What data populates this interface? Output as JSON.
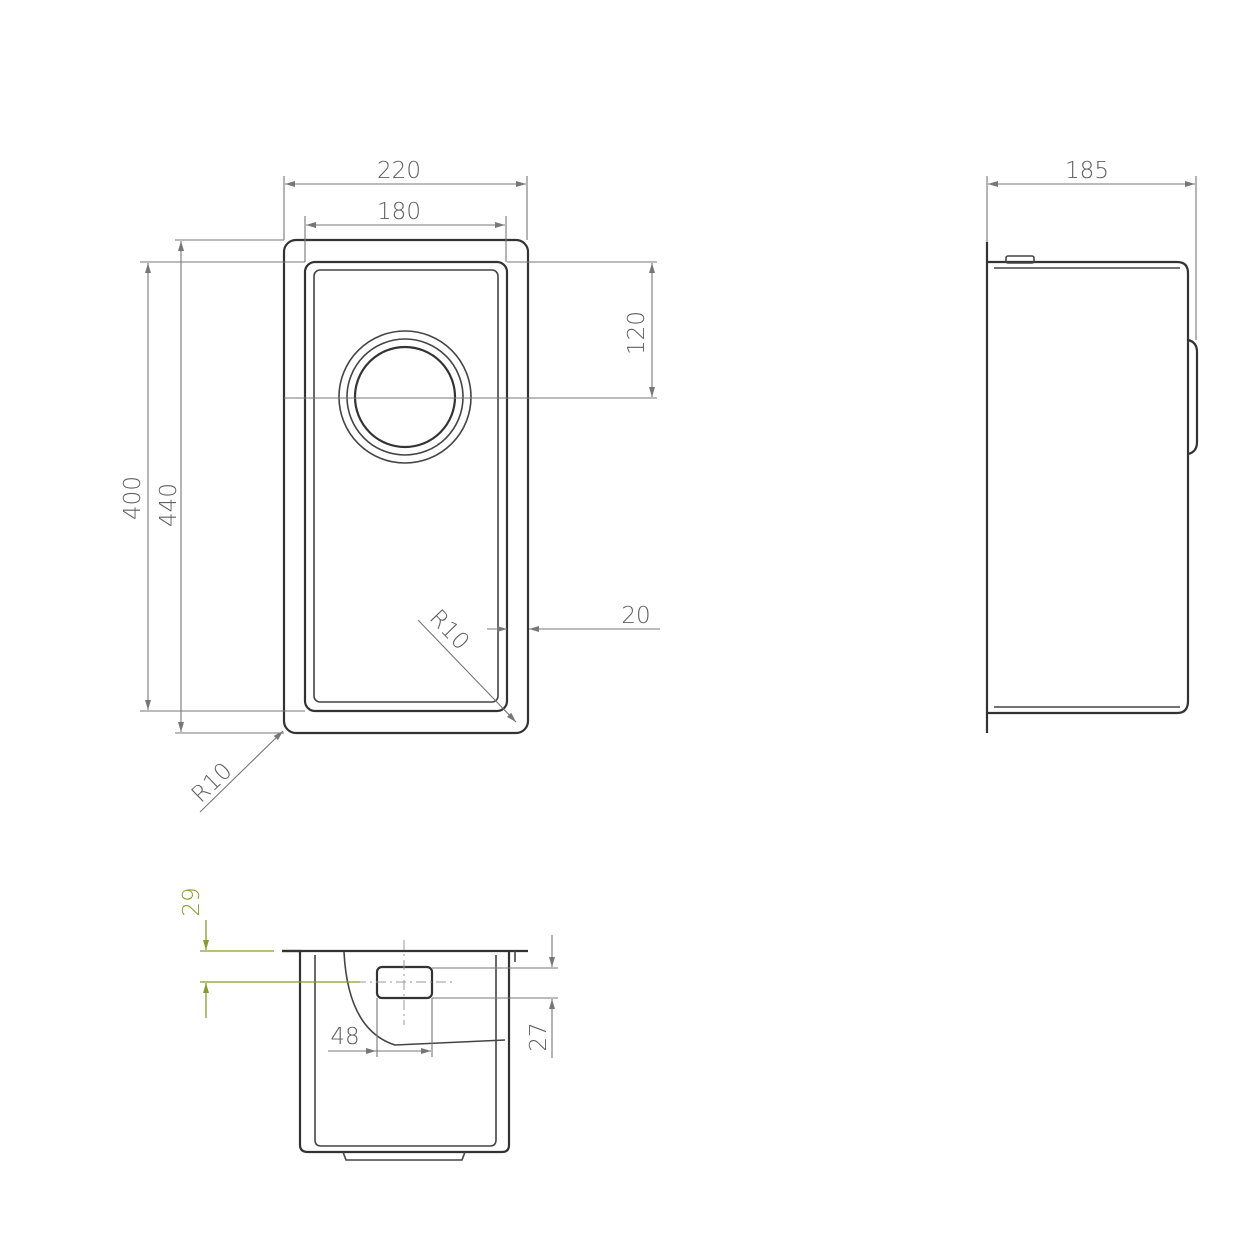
{
  "colors": {
    "line": "#333333",
    "dimension": "#777777",
    "accent": "#8a9a2a"
  },
  "top_view": {
    "outer_width": "220",
    "inner_width": "180",
    "outer_length": "440",
    "inner_length": "400",
    "waste_offset": "120",
    "flange": "20",
    "inner_radius": "R10",
    "outer_radius": "R10"
  },
  "side_view": {
    "depth": "185"
  },
  "front_view": {
    "flange_height": "29",
    "overflow_width": "48",
    "overflow_height": "27"
  }
}
